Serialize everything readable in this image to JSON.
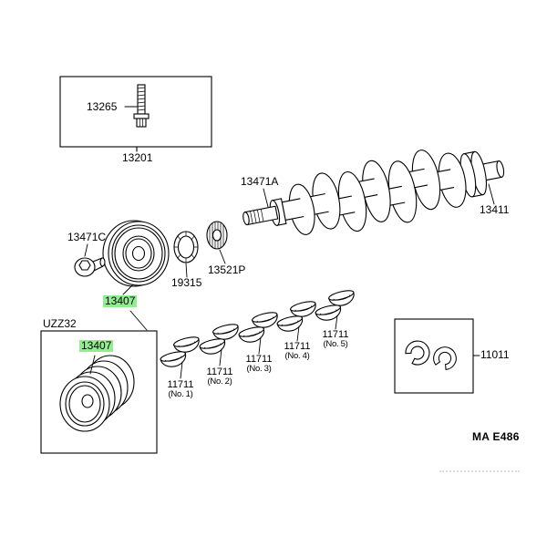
{
  "theme": {
    "background": "#ffffff",
    "line_color": "#000000",
    "highlight_color": "#90ee90"
  },
  "labels": {
    "13265": "13265",
    "13201": "13201",
    "13471A": "13471A",
    "13411": "13411",
    "13471C": "13471C",
    "13407": "13407",
    "19315": "19315",
    "13521P": "13521P",
    "11011": "11011",
    "UZZ32": "UZZ32",
    "code": "MA E486"
  },
  "bearings": [
    {
      "number": "11711",
      "position": "(No. 1)"
    },
    {
      "number": "11711",
      "position": "(No. 2)"
    },
    {
      "number": "11711",
      "position": "(No. 3)"
    },
    {
      "number": "11711",
      "position": "(No. 4)"
    },
    {
      "number": "11711",
      "position": "(No. 5)"
    }
  ]
}
